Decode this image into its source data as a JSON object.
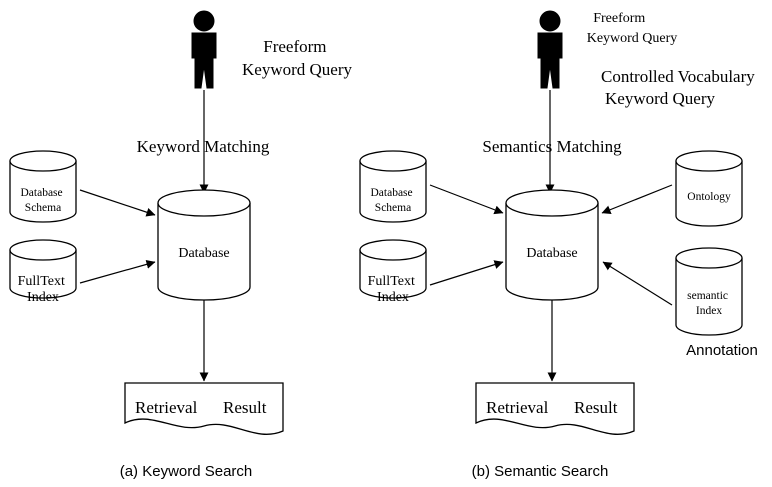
{
  "left": {
    "query_label": [
      "Freeform",
      "Keyword Query"
    ],
    "matching_label": "Keyword Matching",
    "schema_cylinder": [
      "Database",
      "Schema"
    ],
    "fulltext_cylinder": [
      "FullText",
      "Index"
    ],
    "database_cylinder": "Database",
    "result_label": [
      "Retrieval",
      "Result"
    ],
    "caption": "(a)  Keyword Search"
  },
  "right": {
    "query_label_1": [
      "Freeform",
      "Keyword Query"
    ],
    "query_label_2": [
      "Controlled Vocabulary",
      "Keyword Query"
    ],
    "matching_label": "Semantics Matching",
    "schema_cylinder": [
      "Database",
      "Schema"
    ],
    "fulltext_cylinder": [
      "FullText",
      "Index"
    ],
    "database_cylinder": "Database",
    "ontology_cylinder": "Ontology",
    "semantic_index_cylinder": [
      "semantic",
      "Index"
    ],
    "annotation_label": "Annotation",
    "result_label": [
      "Retrieval",
      "Result"
    ],
    "caption": "(b) Semantic Search"
  }
}
